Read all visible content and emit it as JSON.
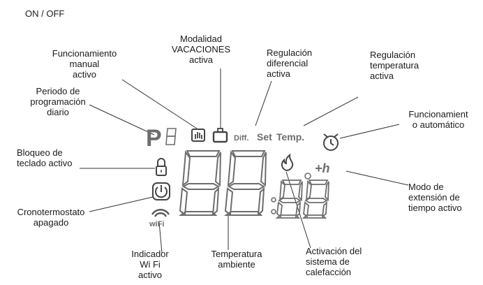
{
  "labels": {
    "on_off": "ON / OFF",
    "manual": "Funcionamiento\nmanual\nactivo",
    "vacaciones": "Modalidad\nVACACIONES\nactiva",
    "diferencial": "Regulación\ndiferencial\nactiva",
    "temperatura_reg": "Regulación\ntemperatura\nactiva",
    "periodo": "Periodo de\nprogramación\ndiario",
    "automatico": "Funcionamient\no automático",
    "bloqueo": "Bloqueo de\nteclado activo",
    "extension": "Modo de\nextensión de\ntiempo activo",
    "apagado": "Cronotermostato\napagado",
    "wifi": "Indicador\nWi Fi\nactivo",
    "temp_ambiente": "Temperatura\nambiente",
    "calefaccion": "Activación del\nsistema de\ncalefacción"
  },
  "display": {
    "p_letter": "P",
    "diff": "Diff.",
    "set": "Set",
    "temp": "Temp.",
    "wifi_text": "wiFi",
    "extension_symbol": "+h"
  },
  "colors": {
    "segment": "#6d6d6d",
    "leader": "#333333",
    "text": "#1a1a1a"
  }
}
